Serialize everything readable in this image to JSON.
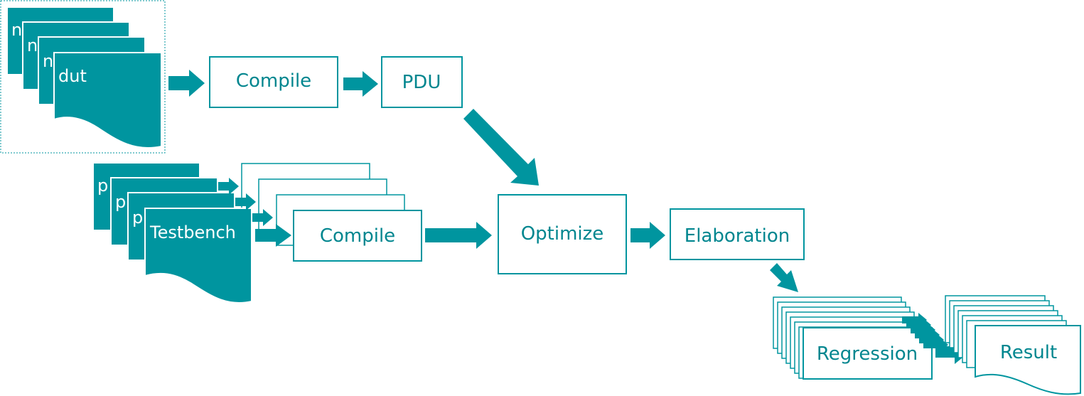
{
  "colors": {
    "accent": "#00959f",
    "text": "#00868f",
    "background": "#ffffff",
    "box_fill": "#ffffff"
  },
  "design_files": {
    "back_letters": [
      "n",
      "n",
      "n"
    ],
    "front_label": "dut"
  },
  "testbench_files": {
    "back_letters": [
      "p",
      "p",
      "p"
    ],
    "front_label": "Testbench"
  },
  "boxes": {
    "compile_top": "Compile",
    "pdu": "PDU",
    "compile_bottom": "Compile",
    "optimize": "Optimize",
    "elaboration": "Elaboration",
    "regression": "Regression",
    "result": "Result"
  }
}
